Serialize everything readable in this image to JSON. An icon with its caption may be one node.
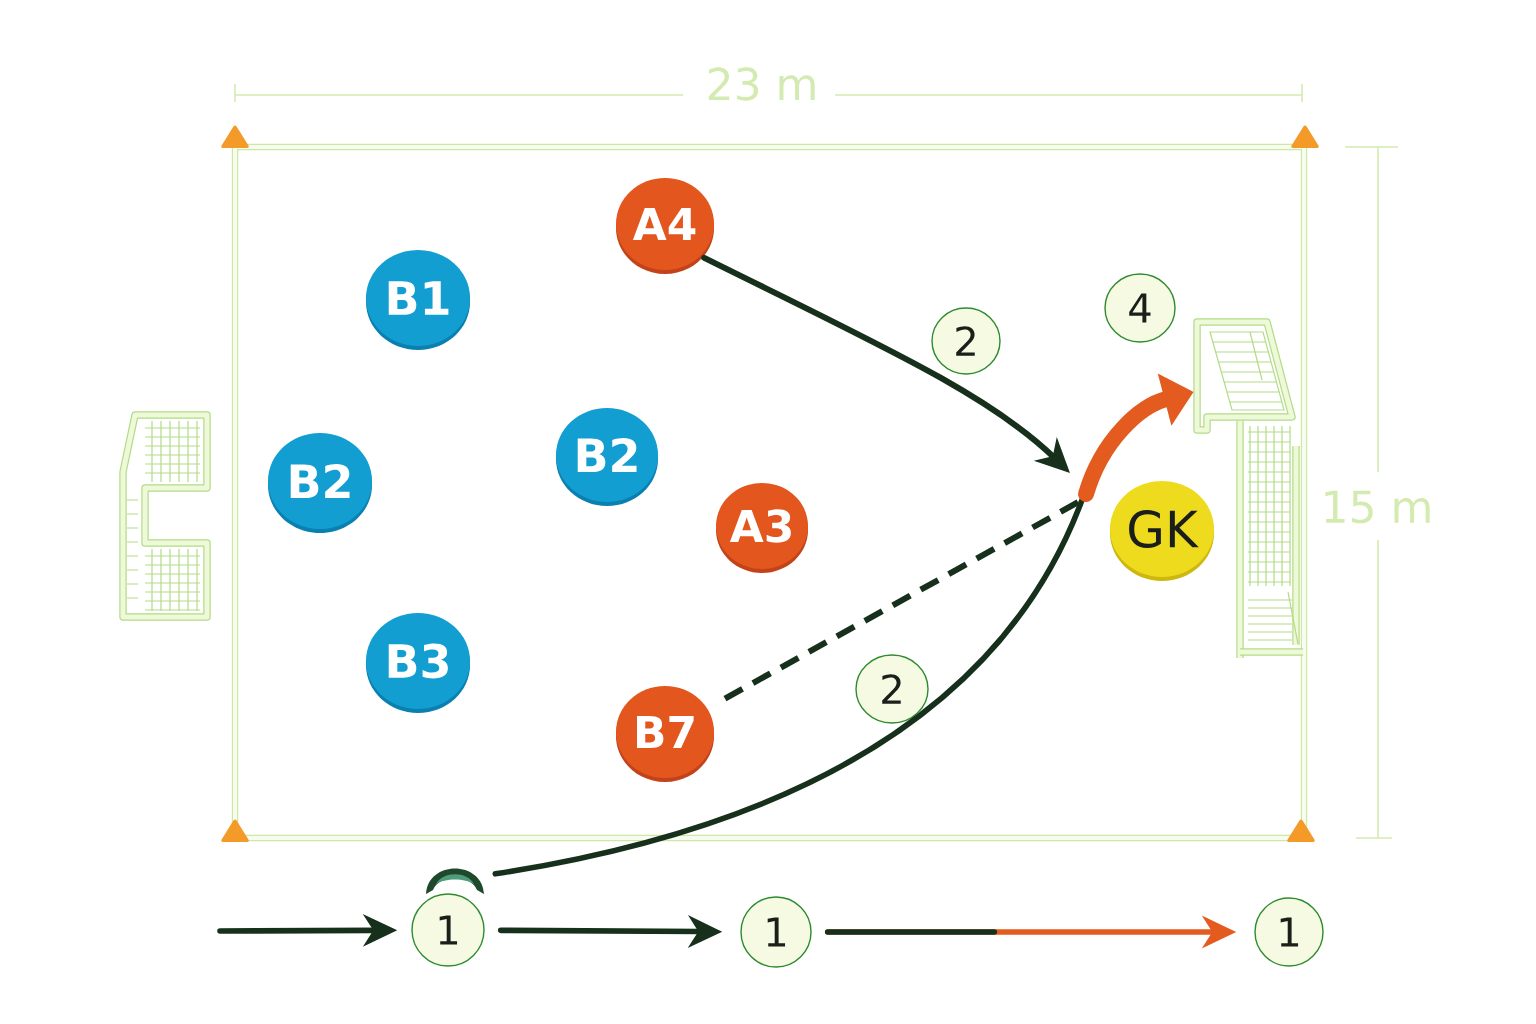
{
  "diagram": {
    "nodes": [
      {
        "text": [
          "A4"
        ]
      },
      {
        "text": [
          "B1"
        ]
      },
      {
        "text": [
          "4"
        ]
      },
      {
        "text": [
          "2"
        ]
      },
      {
        "text": [],
        "shape": "picture"
      },
      {
        "text": [
          "B2"
        ]
      },
      {
        "text": [
          "B2"
        ]
      },
      {
        "text": [
          "A3"
        ]
      },
      {
        "text": [
          "GK"
        ]
      },
      {
        "text": [
          "B3"
        ]
      },
      {
        "text": [
          "2"
        ]
      },
      {
        "text": [
          "B7"
        ]
      },
      {
        "text": [],
        "shape": "picture"
      },
      {
        "text": [
          "1"
        ]
      },
      {
        "text": [
          "1"
        ]
      },
      {
        "text": [
          "1"
        ]
      }
    ],
    "edges": [
      {
        "from": 0,
        "to": null,
        "arrow": "to"
      },
      {
        "from": 11,
        "to": null,
        "arrow": "none",
        "style": "dashed"
      },
      {
        "from": 12,
        "to": null,
        "arrow": "none"
      },
      {
        "from": null,
        "to": 4,
        "arrow": "to",
        "style": "thick",
        "color": "#e35b1f"
      },
      {
        "from": null,
        "to": 13,
        "arrow": "to"
      },
      {
        "from": 13,
        "to": 14,
        "arrow": "to"
      },
      {
        "from": 14,
        "to": 15,
        "arrow": "to",
        "color": "#e35b1f"
      }
    ],
    "labels": [
      "23 m",
      "15 m"
    ]
  }
}
